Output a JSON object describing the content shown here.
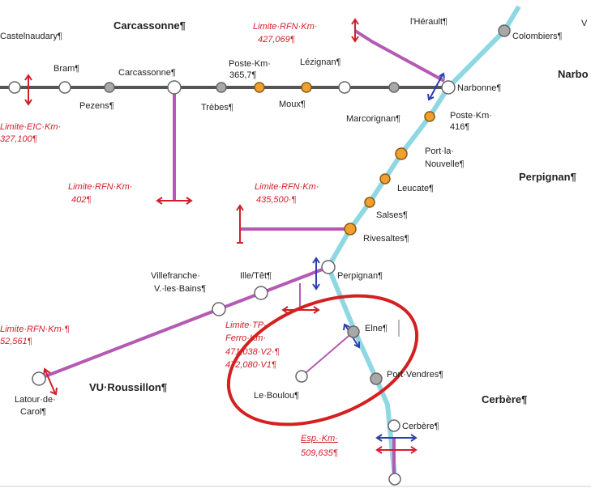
{
  "regions": {
    "carcassonne": "Carcassonne¶",
    "herault": "l'Hérault¶",
    "v_partial": "V",
    "narbo_partial": "Narbo",
    "perpignan": "Perpignan¶",
    "vu_roussillon": "VU·Roussillon¶",
    "cerbere": "Cerbère¶"
  },
  "stations": {
    "castelnaudary": "Castelnaudary¶",
    "bram": "Bram¶",
    "pezens": "Pezens¶",
    "carcassonne": "Carcassonne¶",
    "trebes": "Trèbes¶",
    "poste_km_1": "Poste·Km·",
    "poste_km_2": "365,7¶",
    "moux": "Moux¶",
    "lezignan": "Lézignan¶",
    "marcorignan": "Marcorignan¶",
    "narbonne": "Narbonne¶",
    "colombiers": "Colombiers¶",
    "poste_km416_1": "Poste·Km·",
    "poste_km416_2": "416¶",
    "port_la_nouvelle_1": "Port·la·",
    "port_la_nouvelle_2": "Nouvelle¶",
    "leucate": "Leucate¶",
    "salses": "Salses¶",
    "rivesaltes": "Rivesaltes¶",
    "perpignan": "Perpignan¶",
    "ille_tet": "Ille/Têt¶",
    "villefranche_1": "Villefranche·",
    "villefranche_2": "V.·les·Bains¶",
    "latour_1": "Latour·de·",
    "latour_2": "Carol¶",
    "elne": "Elne¶",
    "le_boulou": "Le·Boulou¶",
    "port_vendres": "Port·Vendres¶",
    "cerbere": "Cerbère¶"
  },
  "limits": {
    "eic_1": "Limite·EIC·Km·",
    "eic_2": "327,100¶",
    "rfn_427_1": "Limite·RFN·Km·",
    "rfn_427_2": "427,069¶",
    "rfn_402_1": "Limite·RFN·Km·",
    "rfn_402_2": "402¶",
    "rfn_435_1": "Limite·RFN·Km·",
    "rfn_435_2": "435,500·¶",
    "rfn_52_1": "Limite·RFN·Km·¶",
    "rfn_52_2": "52,561¶",
    "tp_1": "Limite·TP·",
    "tp_2": "Ferro·Km·",
    "tp_3": "471,038·V2·¶",
    "tp_4": "472,080·V1¶",
    "esp_1": "Esp.·Km·",
    "esp_2": "509,635¶"
  },
  "colors": {
    "main_line": "#555555",
    "lgv_line": "#8fd8e3",
    "branch_line": "#b45ab4",
    "limit_text": "#d0202a",
    "highlight": "#d42020",
    "station_orange": "#f0a030",
    "station_grey": "#a8a8a8"
  }
}
